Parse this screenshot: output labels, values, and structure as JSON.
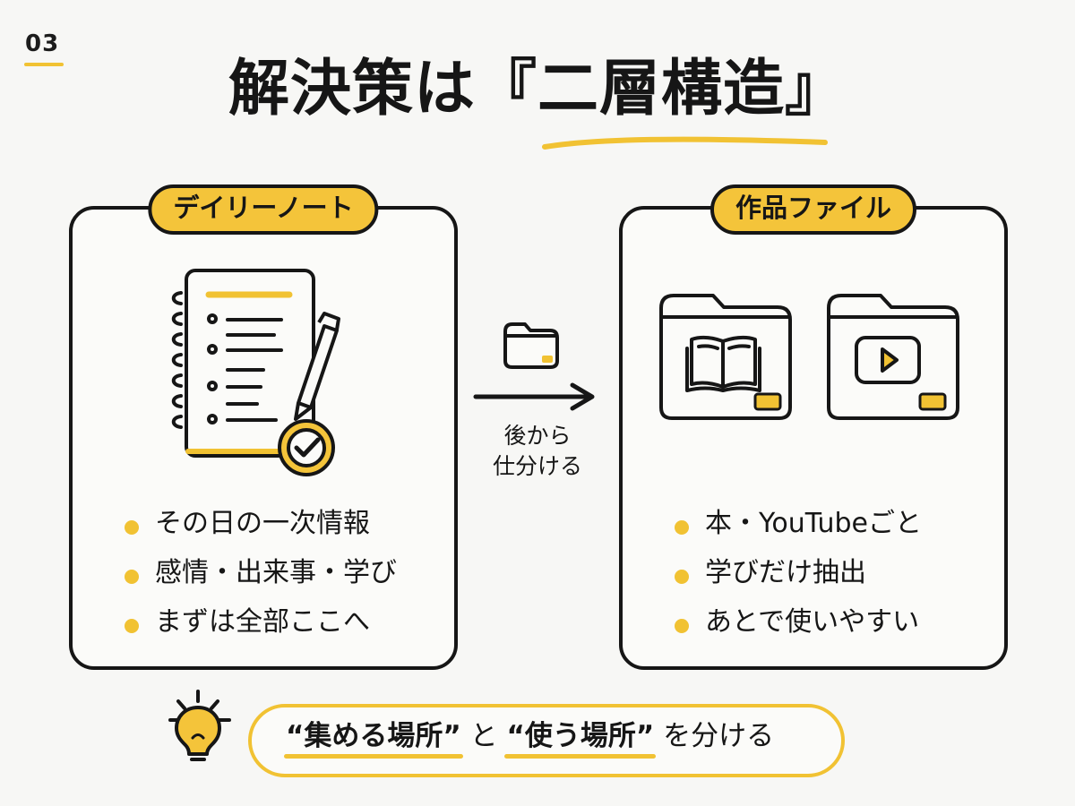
{
  "slide": {
    "number": "03",
    "title": "解決策は『二層構造』"
  },
  "left_panel": {
    "label": "デイリーノート",
    "bullets": [
      "その日の一次情報",
      "感情・出来事・学び",
      "まずは全部ここへ"
    ]
  },
  "center": {
    "caption_line_1": "後から",
    "caption_line_2": "仕分ける"
  },
  "right_panel": {
    "label": "作品ファイル",
    "bullets": [
      "本・YouTubeごと",
      "学びだけ抽出",
      "あとで使いやすい"
    ]
  },
  "footer": {
    "message_part_1": "“集める場所”",
    "message_part_2": "と",
    "message_part_3": "“使う場所”",
    "message_part_4": "を分ける"
  },
  "colors": {
    "background": "#f7f7f5",
    "accent_yellow": "#f1c233",
    "label_yellow": "#f4c43a",
    "line": "#161616"
  },
  "icons": [
    "notebook-icon",
    "pencil-icon",
    "checkmark-badge-icon",
    "folder-icon",
    "arrow-right-icon",
    "book-folder-icon",
    "video-folder-icon",
    "lightbulb-icon"
  ]
}
